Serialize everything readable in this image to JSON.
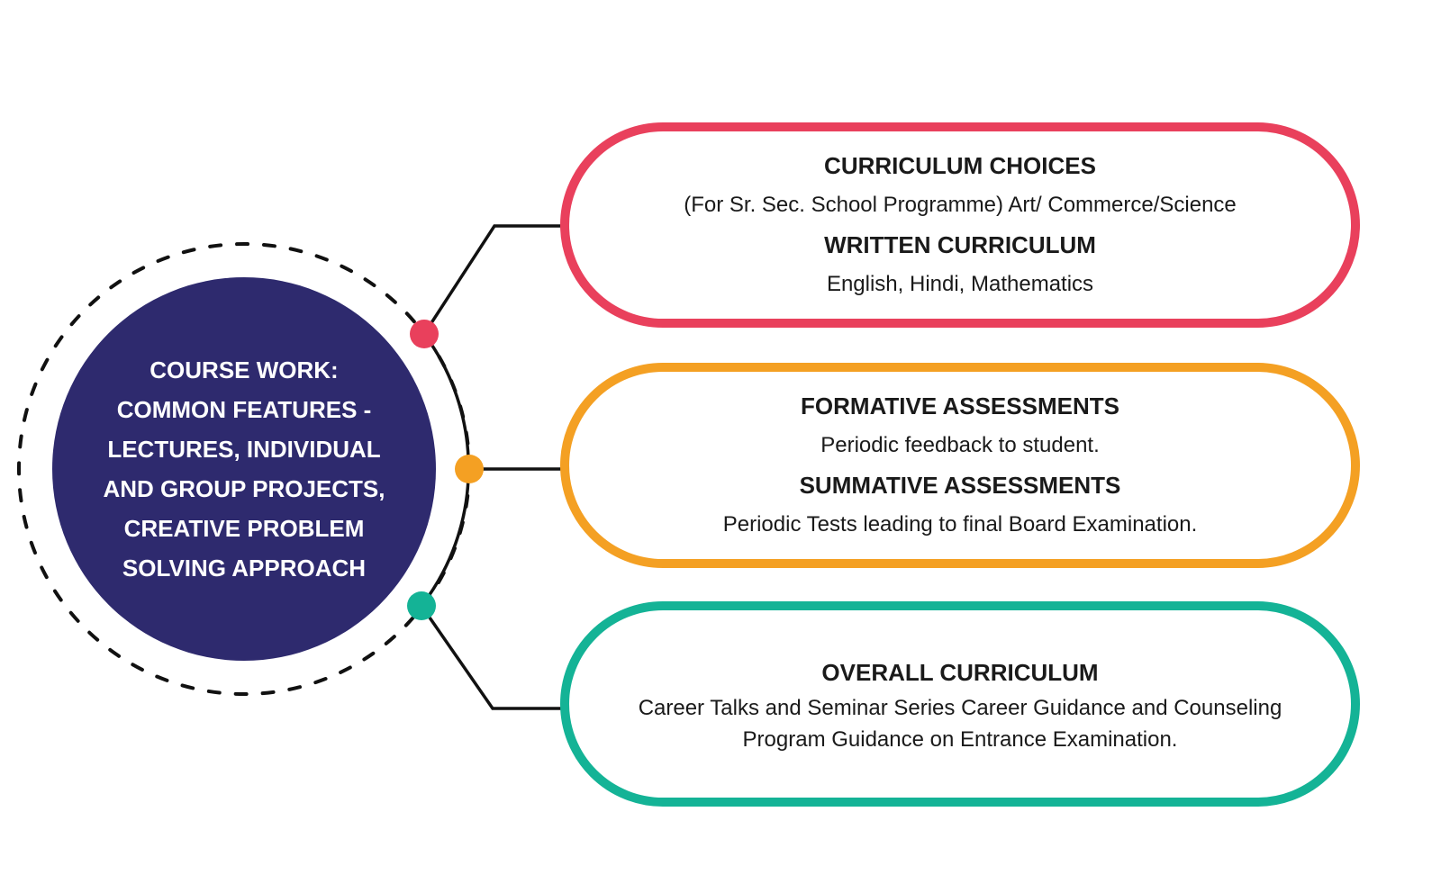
{
  "colors": {
    "hub_fill": "#2e2a6e",
    "hub_text": "#ffffff",
    "red": "#e9405c",
    "orange": "#f4a023",
    "teal": "#14b396",
    "line": "#111111"
  },
  "hub": {
    "lines": [
      "COURSE WORK:",
      "COMMON FEATURES -",
      "LECTURES, INDIVIDUAL",
      "AND GROUP PROJECTS,",
      "CREATIVE PROBLEM",
      "SOLVING APPROACH"
    ]
  },
  "boxes": [
    {
      "heading1": "CURRICULUM CHOICES",
      "text1": "(For Sr. Sec. School Programme) Art/ Commerce/Science",
      "heading2": "WRITTEN CURRICULUM",
      "text2": "English, Hindi, Mathematics"
    },
    {
      "heading1": "FORMATIVE ASSESSMENTS",
      "text1": "Periodic feedback to student.",
      "heading2": "SUMMATIVE ASSESSMENTS",
      "text2": "Periodic Tests leading to final Board Examination."
    },
    {
      "heading1": "OVERALL CURRICULUM",
      "text1": "Career Talks and Seminar Series Career Guidance and Counseling",
      "text2": "Program Guidance on Entrance Examination."
    }
  ]
}
